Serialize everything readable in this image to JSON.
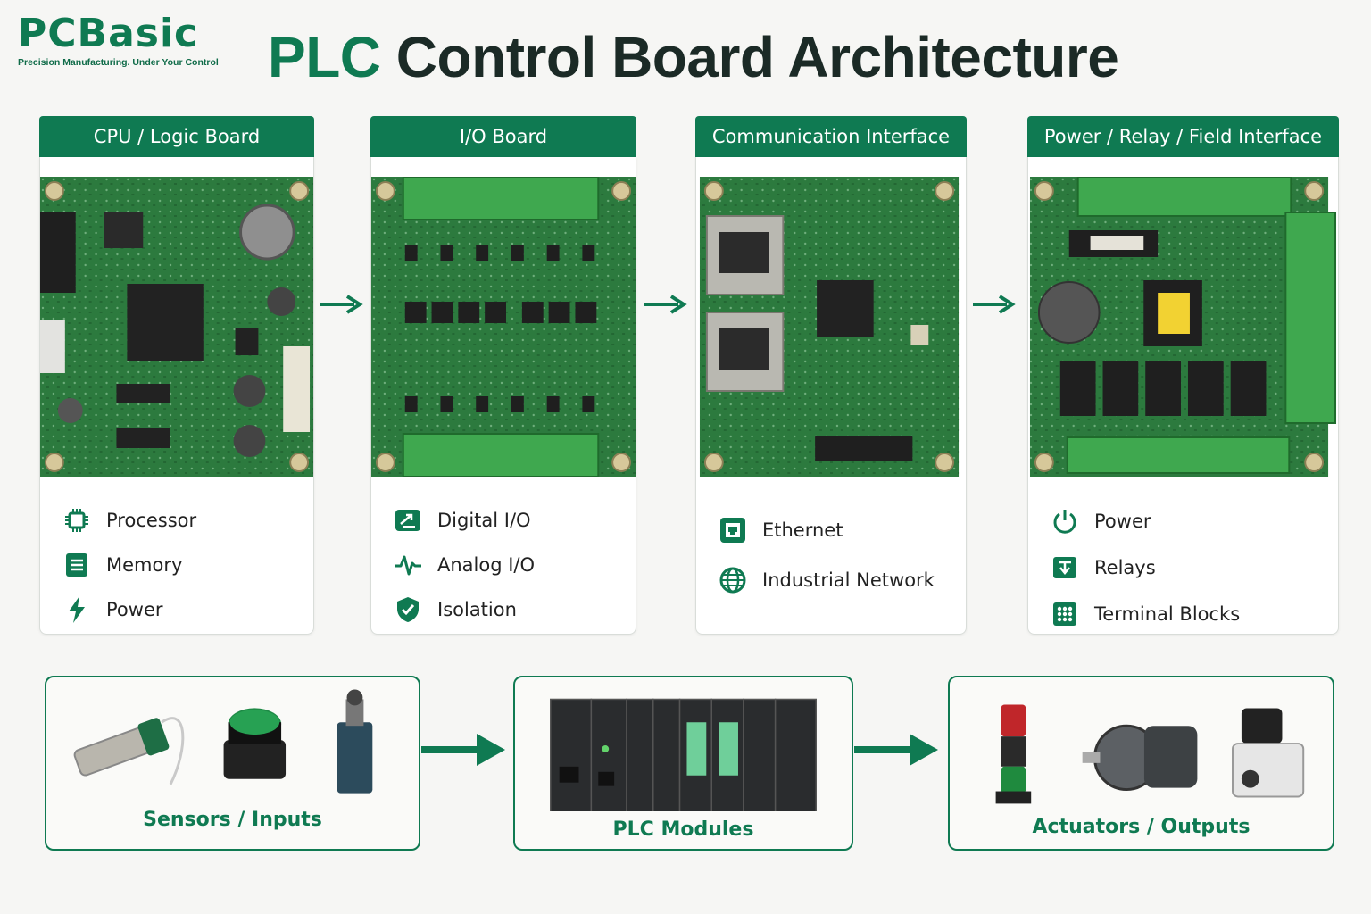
{
  "brand": {
    "logo_text": "PCBasic",
    "tagline": "Precision Manufacturing. Under Your Control",
    "accent": "#0f7a52"
  },
  "title": {
    "accent": "PLC",
    "rest": "Control Board Architecture"
  },
  "columns": [
    {
      "header": "CPU / Logic Board",
      "features": [
        {
          "icon": "processor-icon",
          "label": "Processor"
        },
        {
          "icon": "memory-icon",
          "label": "Memory"
        },
        {
          "icon": "lightning-icon",
          "label": "Power"
        }
      ]
    },
    {
      "header": "I/O Board",
      "features": [
        {
          "icon": "io-arrows-icon",
          "label": "Digital I/O"
        },
        {
          "icon": "waveform-icon",
          "label": "Analog I/O"
        },
        {
          "icon": "shield-check-icon",
          "label": "Isolation"
        }
      ]
    },
    {
      "header": "Communication Interface",
      "features": [
        {
          "icon": "ethernet-port-icon",
          "label": "Ethernet"
        },
        {
          "icon": "globe-icon",
          "label": "Industrial Network"
        }
      ]
    },
    {
      "header": "Power / Relay / Field Interface",
      "features": [
        {
          "icon": "power-icon",
          "label": "Power"
        },
        {
          "icon": "relay-icon",
          "label": "Relays"
        },
        {
          "icon": "terminal-block-icon",
          "label": "Terminal Blocks"
        }
      ]
    }
  ],
  "bottom": [
    {
      "label": "Sensors / Inputs"
    },
    {
      "label": "PLC Modules"
    },
    {
      "label": "Actuators / Outputs"
    }
  ]
}
